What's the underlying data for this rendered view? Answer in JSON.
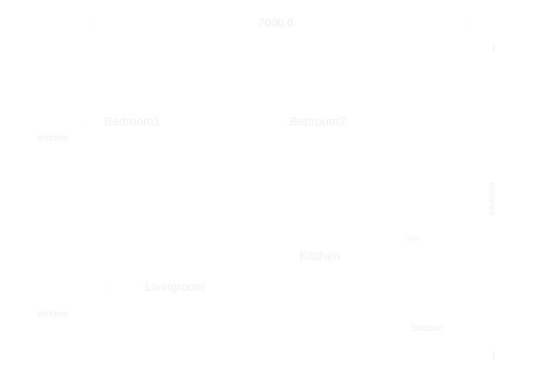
{
  "dimension": {
    "label": "7000.0",
    "tick_left": "-",
    "tick_right": "-",
    "tick_top_right": "|",
    "tick_bottom_right": "|"
  },
  "rooms": {
    "bedroom1": {
      "label": "Bedroom1",
      "sub": ""
    },
    "bedroom2": {
      "label": "Bedroom2",
      "sub": ""
    },
    "kitchen": {
      "label": "Kitchen",
      "sub": ""
    },
    "living": {
      "label": "Livingroom",
      "sub": ""
    },
    "shower": {
      "label": "Shower"
    }
  },
  "labels": {
    "window_top": "window",
    "window_bottom": "window",
    "entrance": "entrance",
    "stair": "stair"
  },
  "colors": {
    "label": "#f1f1f1",
    "background": "#ffffff"
  }
}
